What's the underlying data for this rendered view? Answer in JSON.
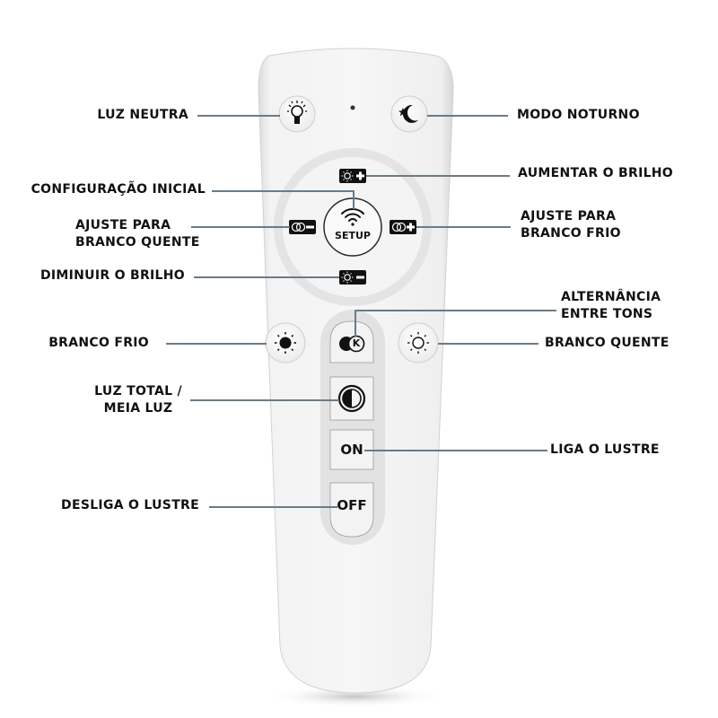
{
  "diagram": {
    "title": "Remote control button guide",
    "line_color": "#6b7b86",
    "remote_color": "#f1f1f1"
  },
  "buttons": {
    "setup_label": "SETUP",
    "on_label": "ON",
    "off_label": "OFF",
    "k_label": "K"
  },
  "labels": {
    "luz_neutra": "LUZ NEUTRA",
    "modo_noturno": "MODO NOTURNO",
    "aumentar_brilho": "AUMENTAR O BRILHO",
    "configuracao_inicial": "CONFIGURAÇÃO INICIAL",
    "ajuste_quente_1": "AJUSTE PARA",
    "ajuste_quente_2": "BRANCO QUENTE",
    "ajuste_frio_1": "AJUSTE PARA",
    "ajuste_frio_2": "BRANCO FRIO",
    "diminuir_brilho": "DIMINUIR O BRILHO",
    "alternancia_1": "ALTERNÂNCIA",
    "alternancia_2": "ENTRE TONS",
    "branco_frio": "BRANCO FRIO",
    "branco_quente": "BRANCO QUENTE",
    "luz_total_1": "LUZ TOTAL /",
    "luz_total_2": "MEIA LUZ",
    "liga_lustre": "LIGA O LUSTRE",
    "desliga_lustre": "DESLIGA O LUSTRE"
  },
  "icons": {
    "neutral_light": "light-bulb-icon",
    "night_mode": "moon-star-icon",
    "brightness_up": "sun-plus-icon",
    "brightness_down": "sun-minus-icon",
    "warm_adjust": "kelvin-minus-icon",
    "cold_adjust": "kelvin-plus-icon",
    "setup": "wifi-icon",
    "tone_toggle": "kelvin-toggle-icon",
    "cold_white": "filled-sun-icon",
    "warm_white": "outline-sun-icon",
    "full_half": "half-circle-icon"
  }
}
